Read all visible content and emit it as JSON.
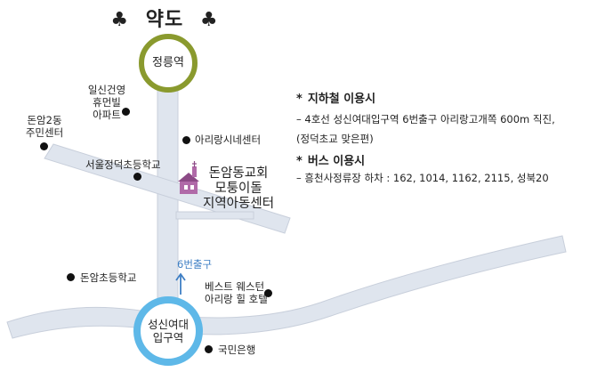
{
  "title": "약도",
  "title_symbol": "♣",
  "stations": {
    "top": "정릉역",
    "bottom_line1": "성신여대",
    "bottom_line2": "입구역"
  },
  "landmarks": {
    "ilsin_l1": "일신건영",
    "ilsin_l2": "휴먼빌",
    "ilsin_l3": "아파트",
    "donam2_l1": "돈암2동",
    "donam2_l2": "주민센터",
    "arirang_net": "아리랑시네센터",
    "seoul_jeongdeok": "서울정덕초등학교",
    "donam_elem": "돈암초등학교",
    "best_l1": "베스트 웨스턴",
    "best_l2": "아리랑 힐 호텔",
    "kookmin": "국민은행"
  },
  "church": {
    "line1": "돈암동교회",
    "line2": "모퉁이돌",
    "line3": "지역아동센터"
  },
  "exit_label": "6번출구",
  "info": {
    "subway_head": "지하철 이용시",
    "subway_line1": "– 4호선 성신여대입구역 6번출구 아리랑고개쪽 600m 직진,",
    "subway_line2": "(정덕초교 맞은편)",
    "bus_head": "버스 이용시",
    "bus_line1": "– 흥천사정류장 하차 : 162, 1014, 1162, 2115, 성북20",
    "star": "*"
  },
  "colors": {
    "road": "#dfe5ee",
    "road_edge": "#c8cfdb",
    "station_top_ring": "#8a9a2e",
    "station_bottom_ring": "#5eb8e8",
    "exit_arrow": "#3f7fc4",
    "church": "#b06aa8"
  }
}
